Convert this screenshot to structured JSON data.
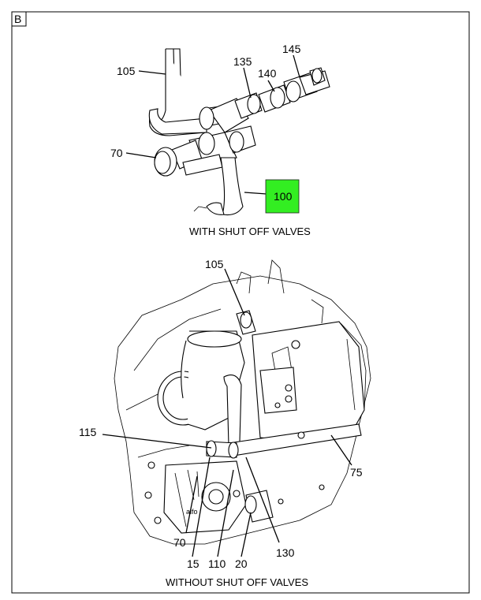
{
  "section_letter": "B",
  "top_view": {
    "caption": "WITH SHUT OFF VALVES",
    "callouts": {
      "c105": "105",
      "c135": "135",
      "c140": "140",
      "c145": "145",
      "c70": "70",
      "c100": "100"
    },
    "highlight_color": "#33ee22"
  },
  "bottom_view": {
    "caption": "WITHOUT SHUT OFF VALVES",
    "callouts": {
      "c105": "105",
      "c115": "115",
      "c75": "75",
      "c70": "70",
      "c15": "15",
      "c110": "110",
      "c20": "20",
      "c130": "130"
    },
    "engine_text": "alfo"
  }
}
